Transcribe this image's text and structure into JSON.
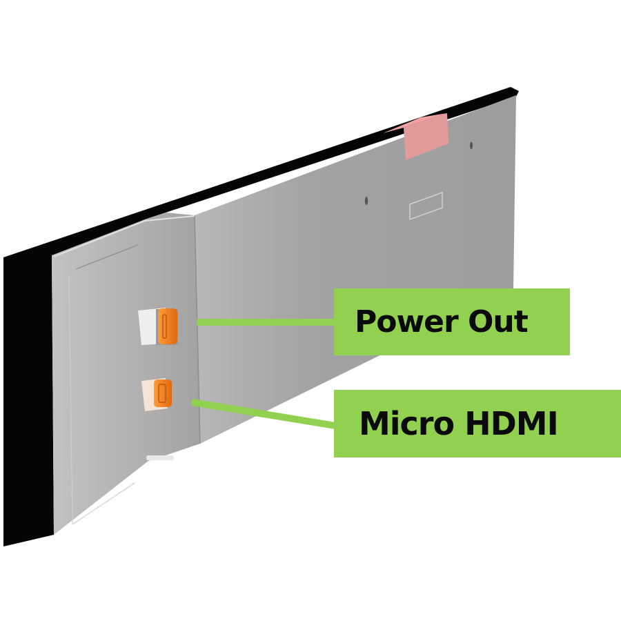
{
  "image": {
    "subject": "stretched bar display, rear view with I/O ports",
    "background_color": "#ffffff"
  },
  "colors": {
    "callout_green": "#92d050",
    "bezel_black": "#050505",
    "panel_gray": "#9c9c9c",
    "port_orange": "#f57c1f",
    "label_pink": "#e79090",
    "text": "#0a0a0a"
  },
  "callouts": [
    {
      "label": "Power Out",
      "target": "upper-port"
    },
    {
      "label": "Micro HDMI",
      "target": "lower-port"
    }
  ]
}
